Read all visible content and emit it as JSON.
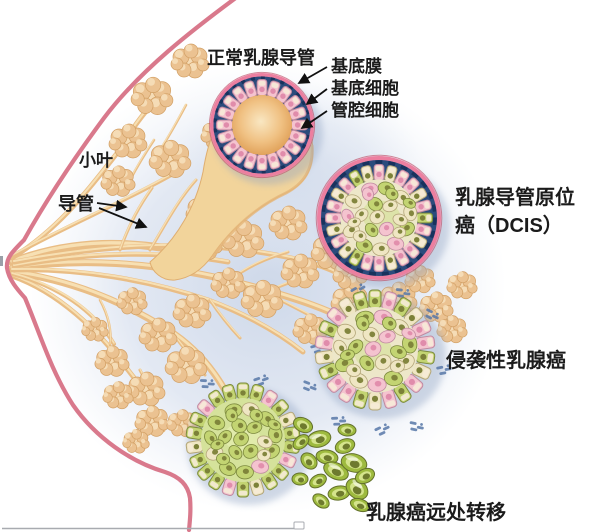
{
  "labels": {
    "normal_duct": "正常乳腺导管",
    "basement_membrane": "基底膜",
    "basal_cell": "基底细胞",
    "luminal_cell": "管腔细胞",
    "lobule": "小叶",
    "duct": "导管",
    "dcis_line1": "乳腺导管原位",
    "dcis_line2": "癌（DCIS）",
    "invasive": "侵袭性乳腺癌",
    "metastasis": "乳腺癌远处转移"
  },
  "colors": {
    "background": "#FFFFFF",
    "breast_outline": "#D9798C",
    "duct_fill": "#E9BD85",
    "duct_highlight": "#F8E3B8",
    "lobule_fill": "#EBC291",
    "lobule_edge": "#D2A065",
    "lobule_highlight": "#F7E1BC",
    "cone_fill": "#F2D49B",
    "cone_edge": "#DFAE70",
    "membrane_pink": "#EC7FA0",
    "membrane_edge": "#C2556E",
    "basal_blue": "#2B4B7C",
    "basal_nucleus": "#16305A",
    "cell_pink": "#F4C3CF",
    "nucleus_pink": "#E08CAB",
    "cell_cream": "#EFE6C3",
    "cell_green": "#C3D472",
    "nucleus_olive": "#7C8138",
    "cell_tip_cream": "#F6EBD7",
    "interior_cream": "#EDE7C9",
    "interior_green_blob": "#CFE08E",
    "met_interior": "#D5E29B",
    "met_center": "#E4EDAF",
    "escape_green": "#9EBA3F",
    "escape_inner": "#D5E48C",
    "escape_edge": "#63702B",
    "escape_nucleus": "#6E7A2E",
    "fragment_blue": "#5878A8",
    "lumen_center": "#F9E7C2",
    "lumen_edge": "#DD9A50",
    "tint_blue": "#CBD6E8",
    "shadow": "#8FA3C2",
    "label_text": "#1B1B1B",
    "arrow": "#111111",
    "edge_artifact": "#A8ABB0"
  }
}
